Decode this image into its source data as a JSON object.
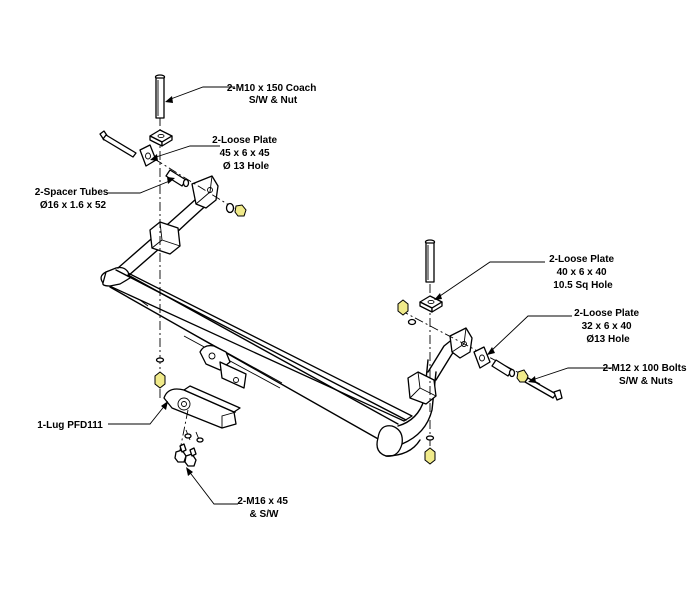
{
  "labels": {
    "coach_bolt": [
      "2-M10 x 150 Coach",
      "S/W & Nut"
    ],
    "loose_plate_top": [
      "2-Loose Plate",
      "45 x 6 x 45",
      "Ø 13 Hole"
    ],
    "spacer_tubes": [
      "2-Spacer Tubes",
      "Ø16 x 1.6 x 52"
    ],
    "loose_plate_right_a": [
      "2-Loose Plate",
      "40 x 6 x 40",
      "10.5 Sq Hole"
    ],
    "loose_plate_right_b": [
      "2-Loose Plate",
      "32 x 6 x 40",
      "Ø13 Hole"
    ],
    "m12_bolts": [
      "2-M12 x 100 Bolts",
      "S/W & Nuts"
    ],
    "lug": [
      "1-Lug PFD111"
    ],
    "m16_bolts": [
      "2-M16 x 45",
      "& S/W"
    ]
  },
  "colors": {
    "nut_fill": "#f0ea8a",
    "line": "#000000"
  }
}
